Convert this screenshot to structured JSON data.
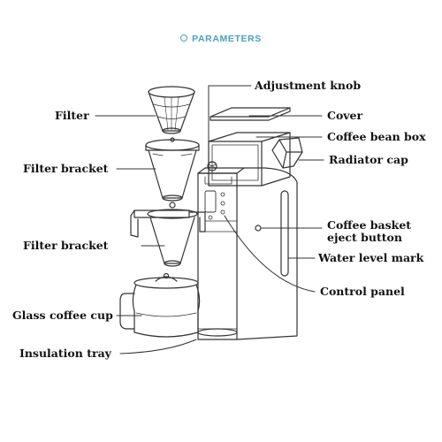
{
  "header": {
    "title": "PARAMETERS"
  },
  "labels": {
    "adjustment_knob": "Adjustment knob",
    "filter": "Filter",
    "cover": "Cover",
    "coffee_bean_box": "Coffee bean box",
    "filter_bracket_upper": "Filter bracket",
    "radiator_cap": "Radiator cap",
    "coffee_basket_eject_line1": "Coffee basket",
    "coffee_basket_eject_line2": "eject button",
    "filter_bracket_lower": "Filter bracket",
    "water_level_mark": "Water level mark",
    "control_panel": "Control panel",
    "glass_coffee_cup": "Glass coffee cup",
    "insulation_tray": "Insulation tray"
  },
  "colors": {
    "accent": "#4a9fc4",
    "line": "#333333",
    "text": "#111111"
  }
}
